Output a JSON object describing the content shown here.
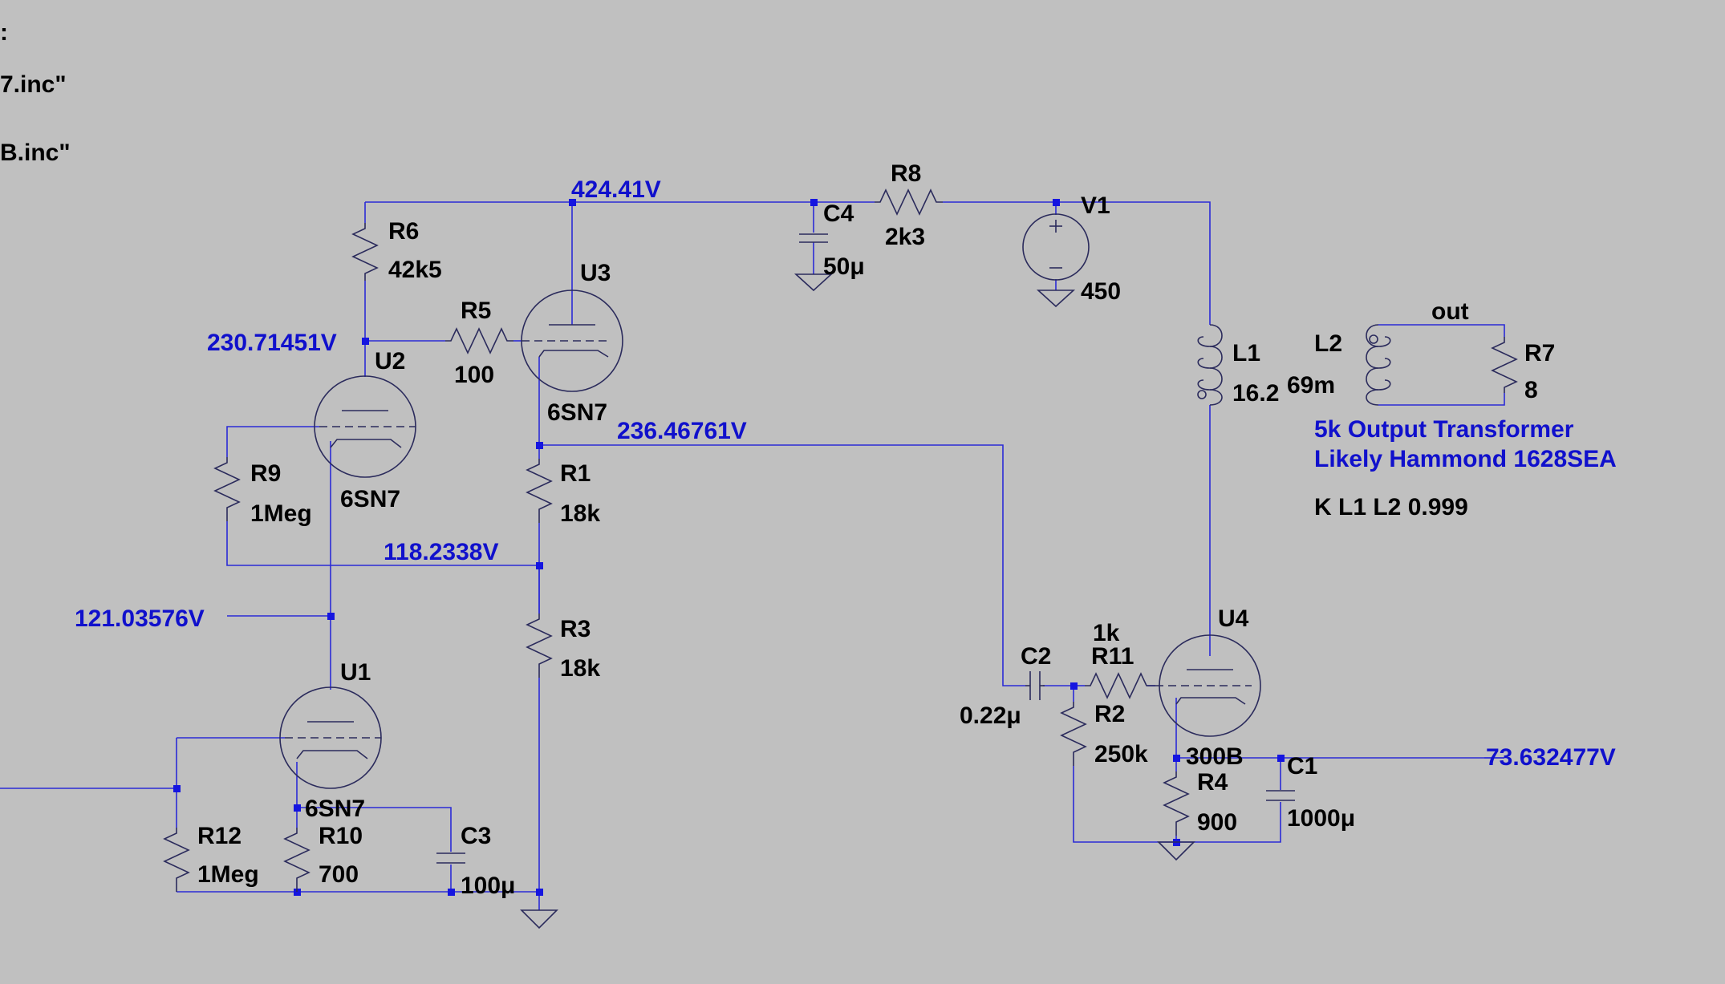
{
  "directives": {
    "include_1": "7.inc\"",
    "include_2": "B.inc\"",
    "colon": ":"
  },
  "components": {
    "R6": {
      "name": "R6",
      "value": "42k5"
    },
    "R5": {
      "name": "R5",
      "value": "100"
    },
    "R8": {
      "name": "R8",
      "value": "2k3"
    },
    "R9": {
      "name": "R9",
      "value": "1Meg"
    },
    "R1": {
      "name": "R1",
      "value": "18k"
    },
    "R3": {
      "name": "R3",
      "value": "18k"
    },
    "R12": {
      "name": "R12",
      "value": "1Meg"
    },
    "R10": {
      "name": "R10",
      "value": "700"
    },
    "R11": {
      "name": "R11",
      "value": "1k"
    },
    "R2": {
      "name": "R2",
      "value": "250k"
    },
    "R4": {
      "name": "R4",
      "value": "900"
    },
    "R7": {
      "name": "R7",
      "value": "8"
    },
    "C4": {
      "name": "C4",
      "value": "50μ"
    },
    "C3": {
      "name": "C3",
      "value": "100μ"
    },
    "C2": {
      "name": "C2",
      "value": "0.22μ"
    },
    "C1": {
      "name": "C1",
      "value": "1000μ"
    },
    "V1": {
      "name": "V1",
      "value": "450"
    },
    "L1": {
      "name": "L1",
      "value": "16.2"
    },
    "L2": {
      "name": "L2",
      "value": "69m"
    },
    "U1": {
      "name": "U1",
      "model": "6SN7"
    },
    "U2": {
      "name": "U2",
      "model": "6SN7"
    },
    "U3": {
      "name": "U3",
      "model": "6SN7"
    },
    "U4": {
      "name": "U4",
      "model": "300B"
    }
  },
  "net_labels": {
    "out": "out"
  },
  "voltages": {
    "b_plus": "424.41V",
    "u2_plate": "230.71451V",
    "u3_cathode": "236.46761V",
    "divider_mid": "118.2338V",
    "u2_cathode": "121.03576V",
    "u4_cathode": "73.632477V"
  },
  "notes": {
    "transformer_1": "5k Output Transformer",
    "transformer_2": "Likely Hammond 1628SEA",
    "coupling": "K L1 L2 0.999"
  }
}
